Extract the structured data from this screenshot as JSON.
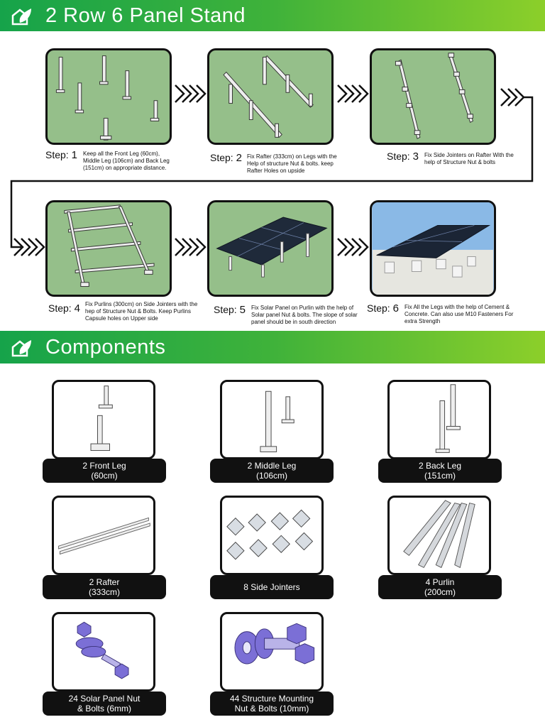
{
  "header": {
    "title": "2 Row 6 Panel Stand",
    "icon": "leaf-house-icon"
  },
  "steps": [
    {
      "label": "Step:",
      "num": "1",
      "desc": "Keep all the Front Leg (60cm), Middle Leg (106cm) and Back Leg (151cm) on appropriate distance."
    },
    {
      "label": "Step:",
      "num": "2",
      "desc": "Fix Rafter (333cm) on Legs with the Help of structure Nut & bolts. keep Rafter Holes on upside"
    },
    {
      "label": "Step:",
      "num": "3",
      "desc": "Fix Side Jointers on Rafter With the help of Structure Nut & bolts"
    },
    {
      "label": "Step:",
      "num": "4",
      "desc": "Fix Purlins (300cm) on Side Jointers with the hep of Structure Nut & Bolts. Keep Purlins Capsule holes on Upper side"
    },
    {
      "label": "Step:",
      "num": "5",
      "desc": "Fix Solar Panel on Purlin with the help of Solar panel Nut & bolts. The slope of solar panel should be in south direction"
    },
    {
      "label": "Step:",
      "num": "6",
      "desc": "Fix All the Legs with the help of Cement & Concrete. Can also use M10 Fasteners For extra Strength"
    }
  ],
  "components_header": {
    "title": "Components",
    "icon": "leaf-house-icon"
  },
  "components": [
    {
      "label": "2 Front Leg\n(60cm)"
    },
    {
      "label": "2 Middle Leg\n(106cm)"
    },
    {
      "label": "2 Back Leg\n(151cm)"
    },
    {
      "label": "2 Rafter\n(333cm)"
    },
    {
      "label": "8 Side Jointers"
    },
    {
      "label": "4 Purlin\n(200cm)"
    },
    {
      "label": "24 Solar Panel Nut\n& Bolts (6mm)"
    },
    {
      "label": "44 Structure Mounting\nNut & Bolts (10mm)"
    }
  ],
  "colors": {
    "banner_start": "#16a34a",
    "banner_end": "#8ccf2a",
    "panel_green": "#95bf8a",
    "label_bg": "#111111"
  }
}
